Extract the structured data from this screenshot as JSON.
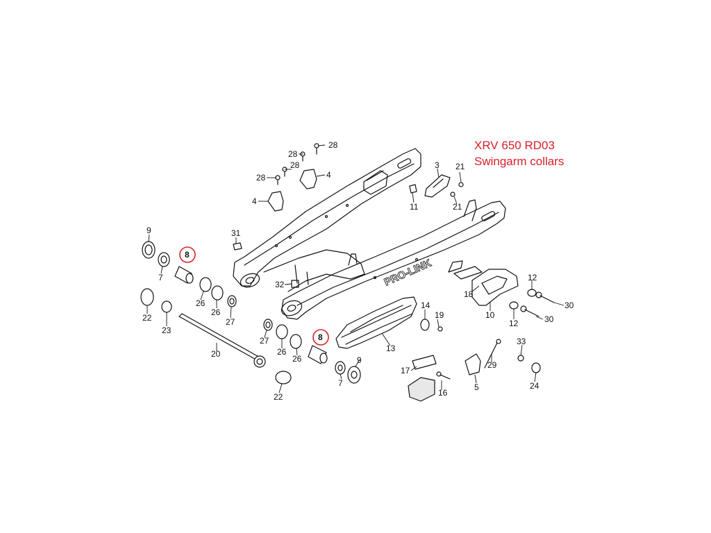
{
  "caption": {
    "model": "XRV 650 RD03",
    "subject": "Swingarm collars"
  },
  "brand_label": "PRO-LINK",
  "highlight_color": "#d8202a",
  "callouts": [
    {
      "id": "c28a",
      "label": "28"
    },
    {
      "id": "c28b",
      "label": "28"
    },
    {
      "id": "c28c",
      "label": "28"
    },
    {
      "id": "c28d",
      "label": "28"
    },
    {
      "id": "c4a",
      "label": "4"
    },
    {
      "id": "c4b",
      "label": "4"
    },
    {
      "id": "c3",
      "label": "3"
    },
    {
      "id": "c21a",
      "label": "21"
    },
    {
      "id": "c21b",
      "label": "21"
    },
    {
      "id": "c11",
      "label": "11"
    },
    {
      "id": "c31",
      "label": "31"
    },
    {
      "id": "c9a",
      "label": "9"
    },
    {
      "id": "c7a",
      "label": "7"
    },
    {
      "id": "c8a",
      "label": "8",
      "highlighted": true
    },
    {
      "id": "c32",
      "label": "32"
    },
    {
      "id": "c26a",
      "label": "26"
    },
    {
      "id": "c26b",
      "label": "26"
    },
    {
      "id": "c27a",
      "label": "27"
    },
    {
      "id": "c22a",
      "label": "22"
    },
    {
      "id": "c23",
      "label": "23"
    },
    {
      "id": "c20",
      "label": "20"
    },
    {
      "id": "c27b",
      "label": "27"
    },
    {
      "id": "c26c",
      "label": "26"
    },
    {
      "id": "c26d",
      "label": "26"
    },
    {
      "id": "c8b",
      "label": "8",
      "highlighted": true
    },
    {
      "id": "c9b",
      "label": "9"
    },
    {
      "id": "c7b",
      "label": "7"
    },
    {
      "id": "c22b",
      "label": "22"
    },
    {
      "id": "c13",
      "label": "13"
    },
    {
      "id": "c14",
      "label": "14"
    },
    {
      "id": "c19",
      "label": "19"
    },
    {
      "id": "c18",
      "label": "18"
    },
    {
      "id": "c10",
      "label": "10"
    },
    {
      "id": "c12a",
      "label": "12"
    },
    {
      "id": "c12b",
      "label": "12"
    },
    {
      "id": "c30a",
      "label": "30"
    },
    {
      "id": "c30b",
      "label": "30"
    },
    {
      "id": "c17",
      "label": "17"
    },
    {
      "id": "c16",
      "label": "16"
    },
    {
      "id": "c29",
      "label": "29"
    },
    {
      "id": "c5",
      "label": "5"
    },
    {
      "id": "c33",
      "label": "33"
    },
    {
      "id": "c24",
      "label": "24"
    }
  ]
}
